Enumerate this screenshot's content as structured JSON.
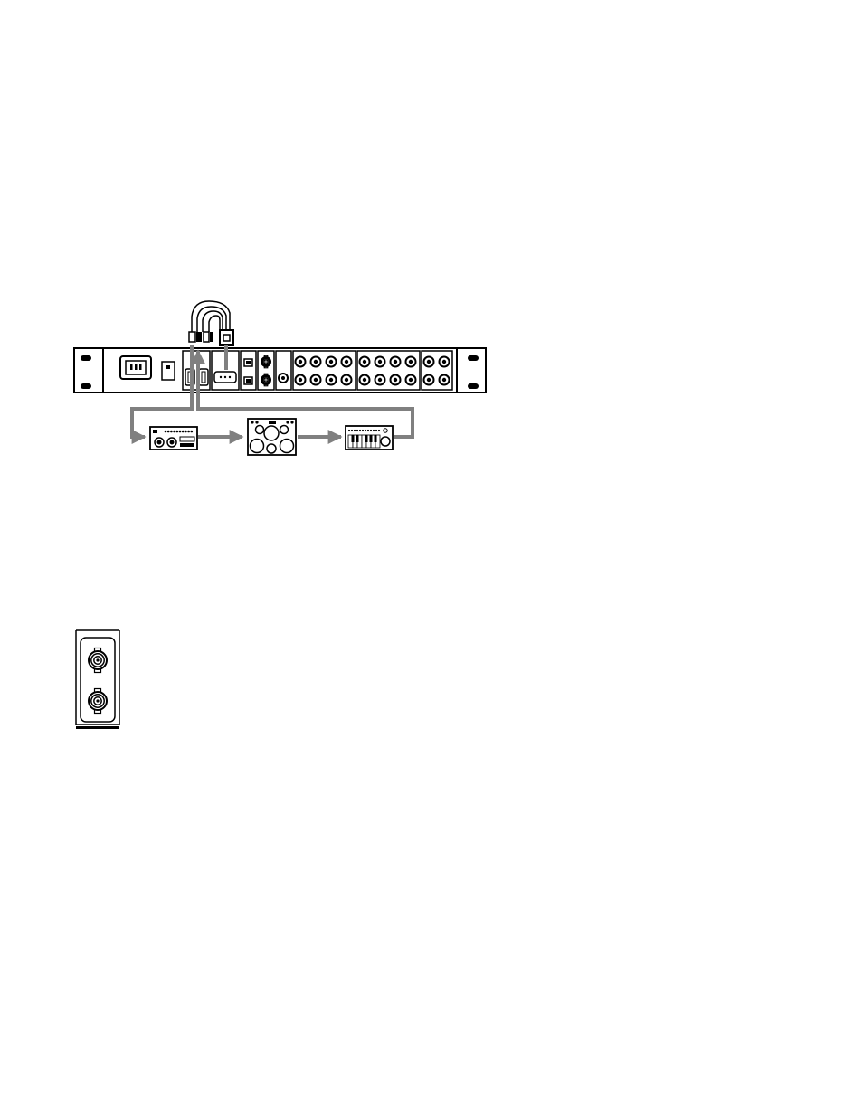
{
  "figure": {
    "text_labels": []
  },
  "diagram": {
    "nodes": [
      {
        "id": "interface",
        "name": "rack-audio-interface",
        "kind": "rack unit, rear panel"
      },
      {
        "id": "device1",
        "name": "midi-device-one",
        "kind": "device"
      },
      {
        "id": "device2",
        "name": "midi-device-two",
        "kind": "device"
      },
      {
        "id": "keyboard",
        "name": "midi-keyboard",
        "kind": "keyboard"
      }
    ],
    "edges": [
      {
        "from": "interface",
        "to": "device1"
      },
      {
        "from": "device1",
        "to": "device2"
      },
      {
        "from": "device2",
        "to": "keyboard"
      },
      {
        "from": "keyboard",
        "to": "interface"
      }
    ],
    "detail_panel": {
      "name": "bnc-connector-detail",
      "connectors": 2
    }
  },
  "colors": {
    "line": "#000000",
    "cable": "#808080",
    "background": "#ffffff"
  }
}
